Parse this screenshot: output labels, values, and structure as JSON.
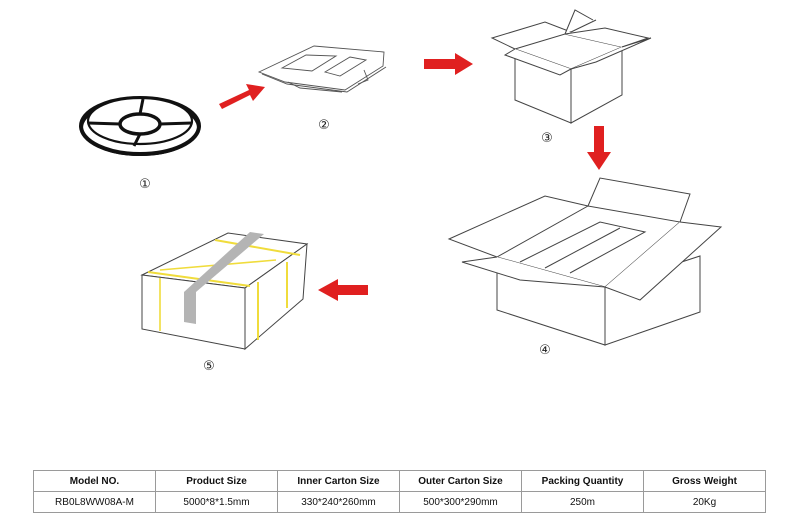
{
  "steps": [
    {
      "label": "①",
      "item": "led-strip-reel"
    },
    {
      "label": "②",
      "item": "anti-static-bag"
    },
    {
      "label": "③",
      "item": "inner-carton"
    },
    {
      "label": "④",
      "item": "outer-carton"
    },
    {
      "label": "⑤",
      "item": "sealed-carton"
    }
  ],
  "colors": {
    "arrow": "#e02020",
    "tape_yellow": "#f0dc3c",
    "tape_gray": "#b4b4b4"
  },
  "table": {
    "headers": [
      "Model NO.",
      "Product Size",
      "Inner Carton Size",
      "Outer Carton Size",
      "Packing Quantity",
      "Gross Weight"
    ],
    "rows": [
      [
        "RB0L8WW08A-M",
        "5000*8*1.5mm",
        "330*240*260mm",
        "500*300*290mm",
        "250m",
        "20Kg"
      ]
    ]
  }
}
